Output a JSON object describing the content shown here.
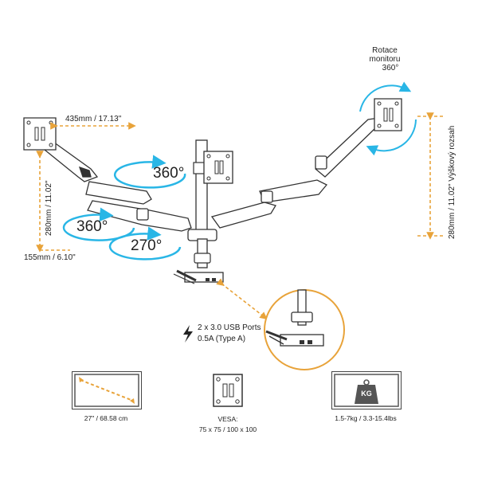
{
  "rotation": {
    "label_line1": "Rotace",
    "label_line2": "monitoru",
    "label_deg": "360°"
  },
  "dimensions": {
    "arm_length": "435mm / 17.13\"",
    "left_height": "280mm / 11.02\"",
    "left_offset": "155mm / 6.10\"",
    "right_height": "280mm / 11.02\" Výškový rozsah"
  },
  "swivel_badges": {
    "top": "360°",
    "middle": "360°",
    "bottom": "270°"
  },
  "usb": {
    "line1": "2 x 3.0 USB Ports",
    "line2": "0.5A (Type A)"
  },
  "specs": {
    "screen_size": "27\" / 68.58 cm",
    "vesa_line1": "VESA:",
    "vesa_line2": "75 x 75 / 100 x 100",
    "weight_badge": "KG",
    "weight_range": "1.5-7kg / 3.3-15.4lbs"
  },
  "colors": {
    "accent_cyan": "#29b6e6",
    "dim_orange": "#e8a33a",
    "line_dark": "#333333"
  }
}
